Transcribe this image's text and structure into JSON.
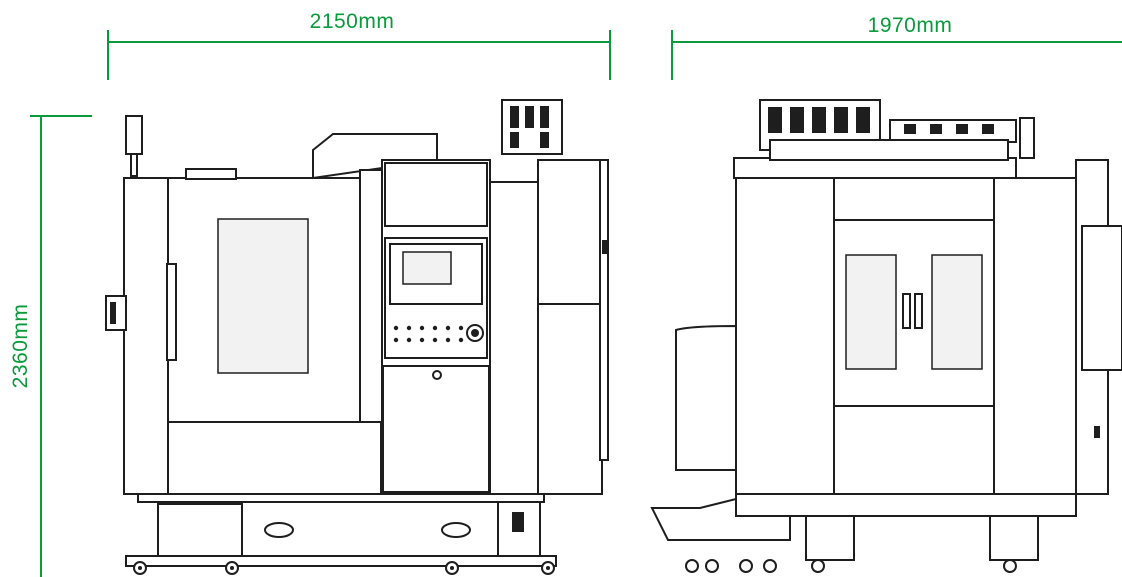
{
  "dimensions": {
    "front_width": "2150mm",
    "side_depth": "1970mm",
    "height": "2360mm"
  },
  "colors": {
    "dimension_line": "#0a9a3c",
    "drawing_line": "#1e1e1e",
    "background": "#ffffff"
  }
}
